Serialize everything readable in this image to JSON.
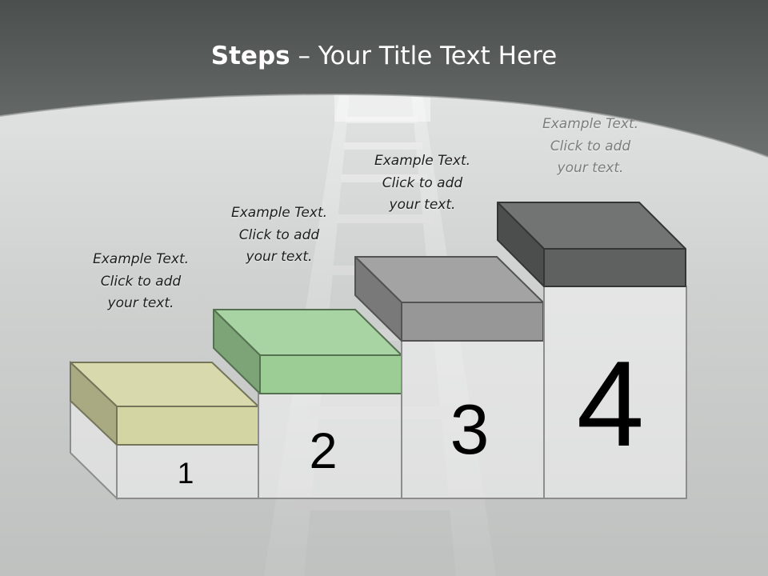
{
  "slide": {
    "title_bold": "Steps",
    "title_rest": " – Your Title Text Here"
  },
  "steps": [
    {
      "number": "1",
      "lines": [
        "Example Text.",
        "Click  to add",
        "your text."
      ],
      "color": "#d3d5a2"
    },
    {
      "number": "2",
      "lines": [
        "Example Text.",
        "Click  to add",
        "your text."
      ],
      "color": "#9ccd95"
    },
    {
      "number": "3",
      "lines": [
        "Example Text.",
        "Click  to add",
        "your text."
      ],
      "color": "#979797"
    },
    {
      "number": "4",
      "lines": [
        "Example Text.",
        "Click  to add",
        "your text."
      ],
      "color": "#5f6160"
    }
  ]
}
